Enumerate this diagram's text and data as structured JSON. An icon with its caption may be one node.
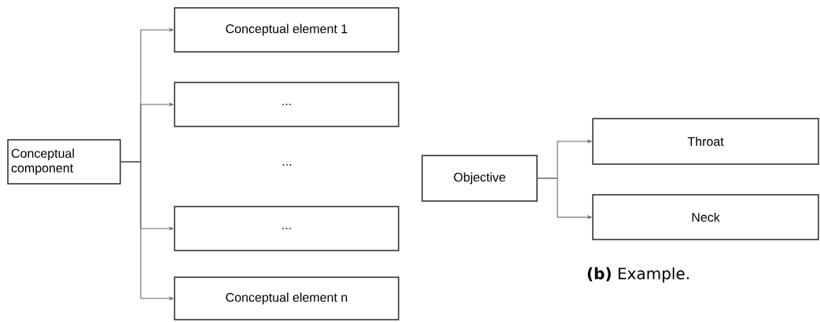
{
  "diagram": {
    "caption": "**(b)** Example.",
    "nodes": [
      {
        "text": [
          "Conceptual component"
        ]
      },
      {
        "text": [
          "Conceptual element 1"
        ]
      },
      {
        "text": [
          "..."
        ]
      },
      {
        "text": [
          "..."
        ]
      },
      {
        "text": [
          "Conceptual element n"
        ]
      },
      {
        "text": [
          "Objective"
        ]
      },
      {
        "text": [
          "Throat"
        ]
      },
      {
        "text": [
          "Neck"
        ]
      }
    ],
    "edges": [
      {
        "from": 0,
        "to": 1,
        "arrow": "to"
      },
      {
        "from": 0,
        "to": 2,
        "arrow": "to"
      },
      {
        "from": 0,
        "to": 3,
        "arrow": "to"
      },
      {
        "from": 0,
        "to": 4,
        "arrow": "to"
      },
      {
        "from": 5,
        "to": 6,
        "arrow": "to"
      },
      {
        "from": 5,
        "to": 7,
        "arrow": "to"
      }
    ],
    "labels": [
      "..."
    ]
  }
}
